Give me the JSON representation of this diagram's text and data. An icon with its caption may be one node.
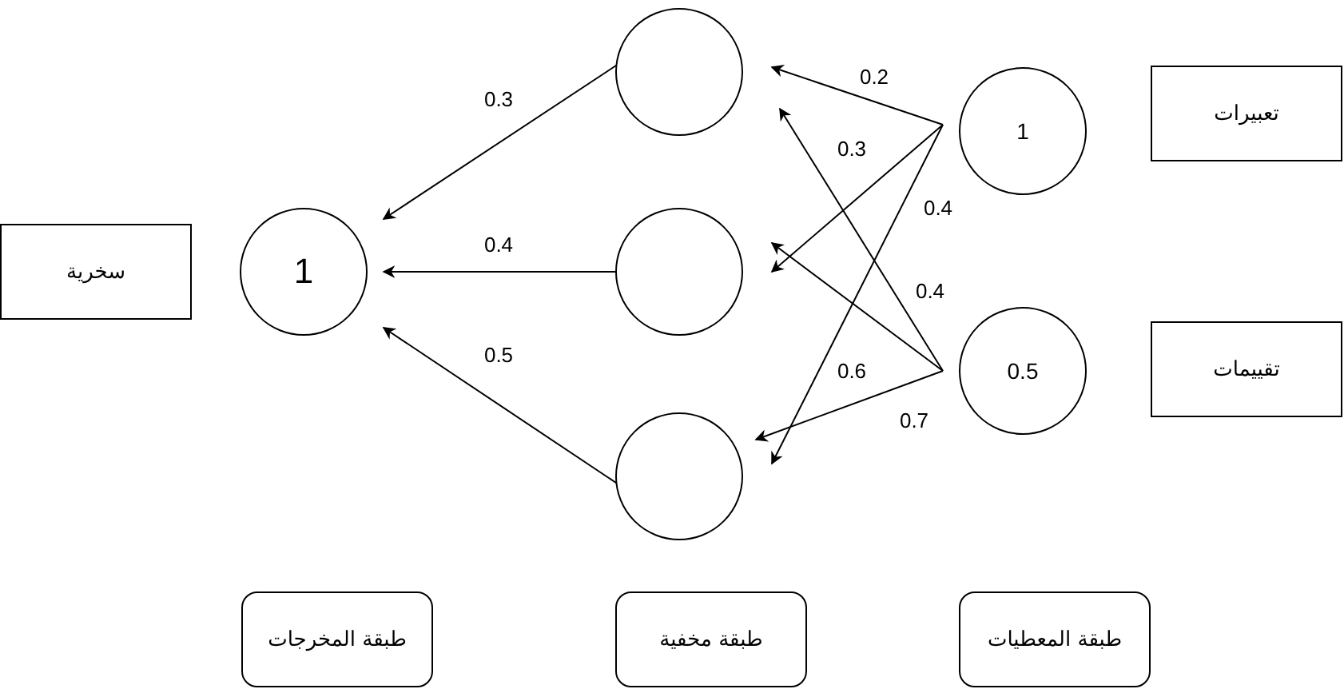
{
  "diagram": {
    "nodes": [
      {
        "text": [
          "سخرية"
        ]
      },
      {
        "text": [
          "1"
        ]
      },
      {
        "text": [],
        "shape": "circle"
      },
      {
        "text": [],
        "shape": "circle"
      },
      {
        "text": [],
        "shape": "circle"
      },
      {
        "text": [
          "1"
        ]
      },
      {
        "text": [
          "0.5"
        ]
      },
      {
        "text": [
          "تعبيرات"
        ]
      },
      {
        "text": [
          "تقييمات"
        ]
      },
      {
        "text": [
          "طبقة المخرجات"
        ]
      },
      {
        "text": [
          "طبقة مخفية"
        ]
      },
      {
        "text": [
          "طبقة المعطيات"
        ]
      }
    ],
    "edges": [
      {
        "from": 2,
        "to": 1,
        "arrow": "to",
        "label": "0.3"
      },
      {
        "from": 3,
        "to": 1,
        "arrow": "to",
        "label": "0.4"
      },
      {
        "from": 4,
        "to": 1,
        "arrow": "to",
        "label": "0.5"
      },
      {
        "from": 5,
        "to": 2,
        "arrow": "to",
        "label": "0.2"
      },
      {
        "from": 5,
        "to": 3,
        "arrow": "to",
        "label": "0.3"
      },
      {
        "from": 5,
        "to": 4,
        "arrow": "to",
        "label": "0.4"
      },
      {
        "from": 6,
        "to": 2,
        "arrow": "to",
        "label": "0.4"
      },
      {
        "from": 6,
        "to": 3,
        "arrow": "to",
        "label": "0.6"
      },
      {
        "from": 6,
        "to": 4,
        "arrow": "to",
        "label": "0.7"
      }
    ]
  }
}
